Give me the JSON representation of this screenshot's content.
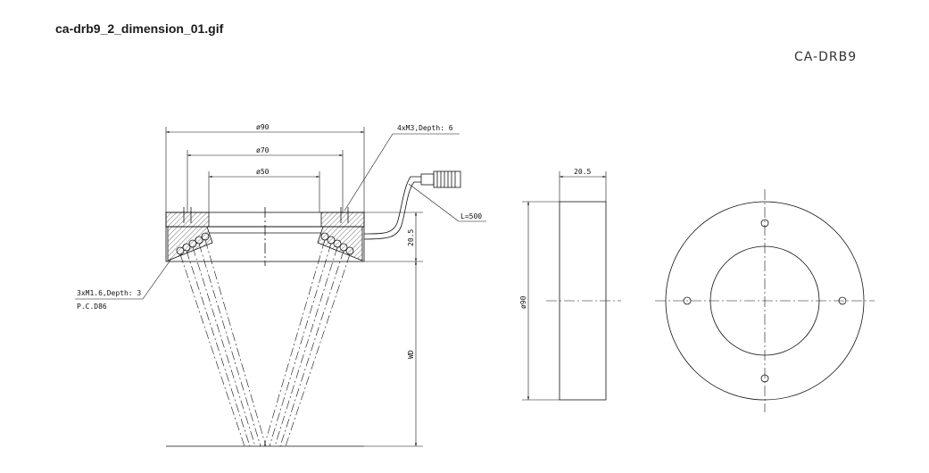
{
  "page": {
    "file_title": "ca-drb9_2_dimension_01.gif"
  },
  "drawing": {
    "model": "CA-DRB9",
    "dims": {
      "d90": "ø90",
      "d70": "ø70",
      "d50": "ø50",
      "mount_holes": "4xM3,Depth: 6",
      "cable_length": "L=500",
      "height_front": "20.5",
      "height_side": "20.5",
      "side_diameter": "ø90",
      "wd": "WD",
      "bottom_holes": "3xM1.6,Depth: 3",
      "pcd": "P.C.D86"
    }
  },
  "colors": {
    "line": "#111111",
    "background": "#ffffff"
  }
}
